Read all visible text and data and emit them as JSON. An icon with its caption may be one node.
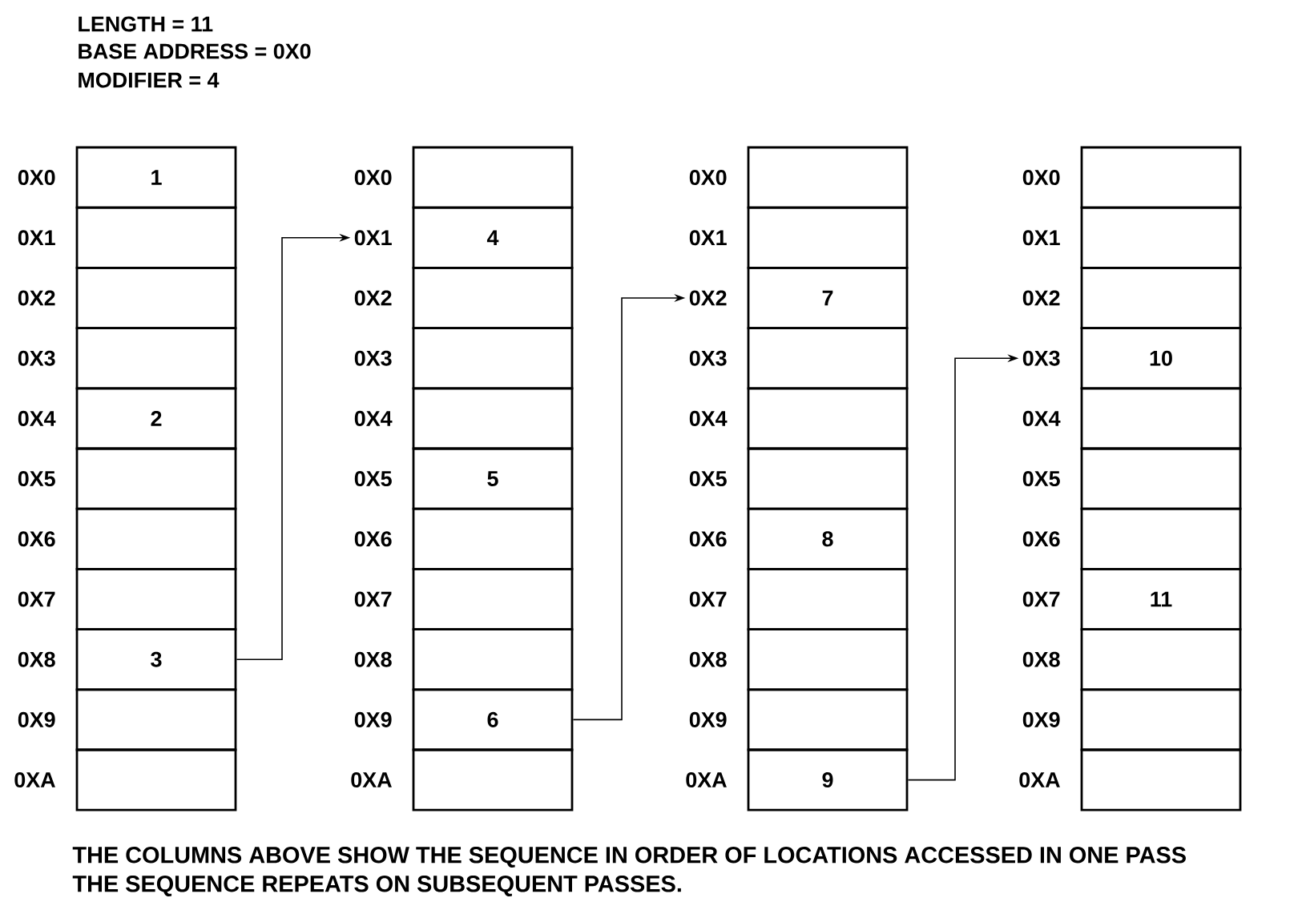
{
  "diagram": {
    "nodes": [
      {
        "text": [
          "1"
        ],
        "beside": [
          "0X0"
        ]
      },
      {
        "text": [],
        "shape": "box",
        "beside": [
          "0X1"
        ]
      },
      {
        "text": [],
        "shape": "box",
        "beside": [
          "0X2"
        ]
      },
      {
        "text": [],
        "shape": "box",
        "beside": [
          "0X3"
        ]
      },
      {
        "text": [
          "2"
        ],
        "beside": [
          "0X4"
        ]
      },
      {
        "text": [],
        "shape": "box",
        "beside": [
          "0X5"
        ]
      },
      {
        "text": [],
        "shape": "box",
        "beside": [
          "0X6"
        ]
      },
      {
        "text": [],
        "shape": "box",
        "beside": [
          "0X7"
        ]
      },
      {
        "text": [
          "3"
        ],
        "beside": [
          "0X8"
        ]
      },
      {
        "text": [],
        "shape": "box",
        "beside": [
          "0X9"
        ]
      },
      {
        "text": [],
        "shape": "box",
        "beside": [
          "0XA"
        ]
      },
      {
        "text": [],
        "shape": "box",
        "beside": [
          "0X0"
        ]
      },
      {
        "text": [
          "4"
        ],
        "beside": [
          "0X1"
        ]
      },
      {
        "text": [],
        "shape": "box",
        "beside": [
          "0X2"
        ]
      },
      {
        "text": [],
        "shape": "box",
        "beside": [
          "0X3"
        ]
      },
      {
        "text": [],
        "shape": "box",
        "beside": [
          "0X4"
        ]
      },
      {
        "text": [
          "5"
        ],
        "beside": [
          "0X5"
        ]
      },
      {
        "text": [],
        "shape": "box",
        "beside": [
          "0X6"
        ]
      },
      {
        "text": [],
        "shape": "box",
        "beside": [
          "0X7"
        ]
      },
      {
        "text": [],
        "shape": "box",
        "beside": [
          "0X8"
        ]
      },
      {
        "text": [
          "6"
        ],
        "beside": [
          "0X9"
        ]
      },
      {
        "text": [],
        "shape": "box",
        "beside": [
          "0XA"
        ]
      },
      {
        "text": [],
        "shape": "box",
        "beside": [
          "0X0"
        ]
      },
      {
        "text": [],
        "shape": "box",
        "beside": [
          "0X1"
        ]
      },
      {
        "text": [
          "7"
        ],
        "beside": [
          "0X2"
        ]
      },
      {
        "text": [],
        "shape": "box",
        "beside": [
          "0X3"
        ]
      },
      {
        "text": [],
        "shape": "box",
        "beside": [
          "0X4"
        ]
      },
      {
        "text": [],
        "shape": "box",
        "beside": [
          "0X5"
        ]
      },
      {
        "text": [
          "8"
        ],
        "beside": [
          "0X6"
        ]
      },
      {
        "text": [],
        "shape": "box",
        "beside": [
          "0X7"
        ]
      },
      {
        "text": [],
        "shape": "box",
        "beside": [
          "0X8"
        ]
      },
      {
        "text": [],
        "shape": "box",
        "beside": [
          "0X9"
        ]
      },
      {
        "text": [
          "9"
        ],
        "beside": [
          "0XA"
        ]
      },
      {
        "text": [],
        "shape": "box",
        "beside": [
          "0X0"
        ]
      },
      {
        "text": [],
        "shape": "box",
        "beside": [
          "0X1"
        ]
      },
      {
        "text": [],
        "shape": "box",
        "beside": [
          "0X2"
        ]
      },
      {
        "text": [
          "10"
        ],
        "beside": [
          "0X3"
        ]
      },
      {
        "text": [],
        "shape": "box",
        "beside": [
          "0X4"
        ]
      },
      {
        "text": [],
        "shape": "box",
        "beside": [
          "0X5"
        ]
      },
      {
        "text": [],
        "shape": "box",
        "beside": [
          "0X6"
        ]
      },
      {
        "text": [
          "11"
        ],
        "beside": [
          "0X7"
        ]
      },
      {
        "text": [],
        "shape": "box",
        "beside": [
          "0X8"
        ]
      },
      {
        "text": [],
        "shape": "box",
        "beside": [
          "0X9"
        ]
      },
      {
        "text": [],
        "shape": "box",
        "beside": [
          "0XA"
        ]
      }
    ],
    "edges": [
      {
        "from": 8,
        "to": 12,
        "arrow": "to"
      },
      {
        "from": 20,
        "to": 24,
        "arrow": "to"
      },
      {
        "from": 32,
        "to": 36,
        "arrow": "to"
      }
    ],
    "labels": [
      "LENGTH = 11",
      "BASE ADDRESS = 0X0",
      "MODIFIER = 4",
      "THE COLUMNS ABOVE SHOW THE SEQUENCE IN ORDER OF LOCATIONS ACCESSED IN ONE PASS",
      "THE SEQUENCE REPEATS ON SUBSEQUENT PASSES."
    ]
  }
}
